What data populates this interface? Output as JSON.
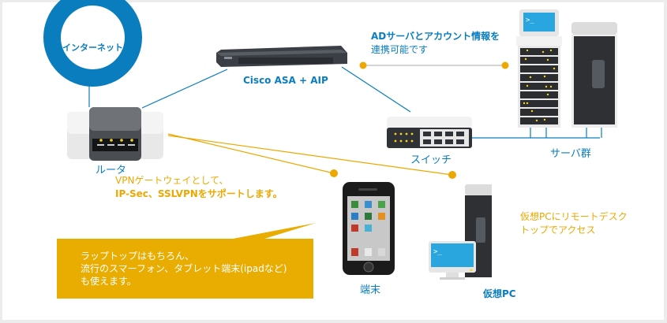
{
  "internet": {
    "label": "インターネット"
  },
  "firewall": {
    "label": "Cisco ASA + AIP"
  },
  "router": {
    "label": "ルータ"
  },
  "switch": {
    "label": "スイッチ"
  },
  "servers": {
    "label": "サーバ群"
  },
  "terminal": {
    "label": "端末"
  },
  "virtual_pc": {
    "label": "仮想PC"
  },
  "notes": {
    "ad_line1": "ADサーバとアカウント情報を",
    "ad_line2": "連携可能です",
    "vpn_line1": "VPNゲートウェイとして、",
    "vpn_line2": "IP-Sec、SSLVPNをサポートします。",
    "rdp_line1": "仮想PCにリモートデスク",
    "rdp_line2": "トップでアクセス"
  },
  "callout": {
    "line1": "ラップトップはもちろん、",
    "line2": "流行のスマーフォン、タブレット端末(ipadなど)",
    "line3": "も使えます。"
  },
  "colors": {
    "blue": "#0a7dbf",
    "orange": "#eca800",
    "callout": "#e8ad00"
  }
}
